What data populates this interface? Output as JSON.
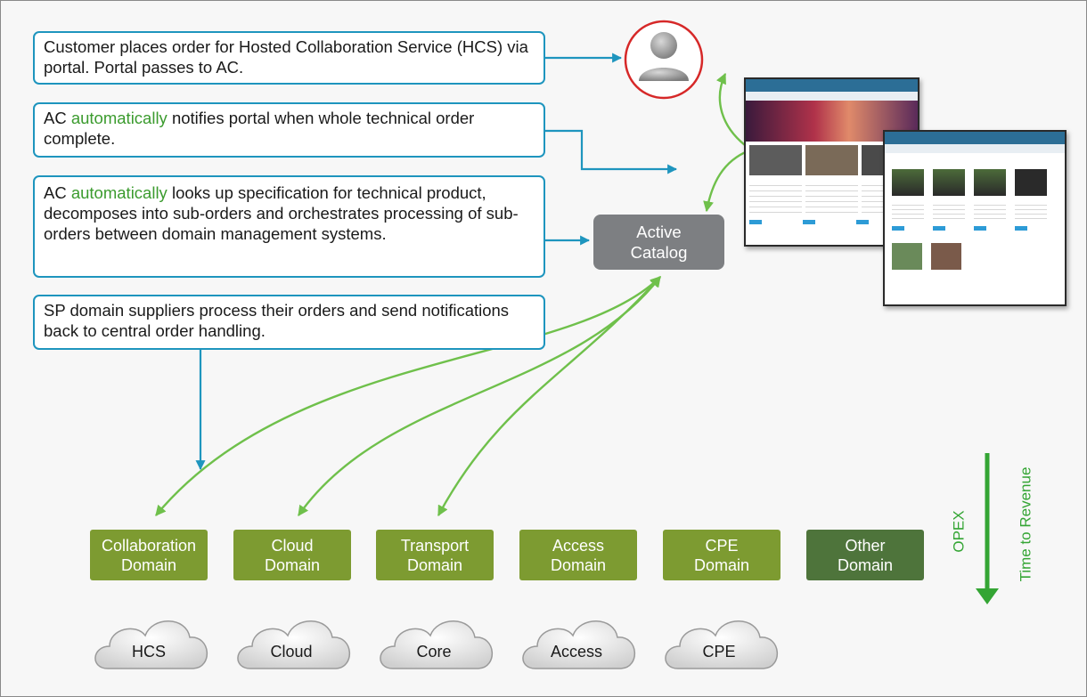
{
  "notes": [
    {
      "text": "Customer places order for Hosted Collaboration Service (HCS) via portal. Portal passes to AC."
    },
    {
      "before": "AC ",
      "highlight": "automatically",
      "after": " notifies portal when whole technical order complete."
    },
    {
      "before": "AC ",
      "highlight": "automatically",
      "after": " looks up specification for technical product, decomposes into sub-orders and orchestrates processing of sub-orders between domain management systems."
    },
    {
      "text": "SP domain suppliers process their orders and send notifications back to central order handling."
    }
  ],
  "active_catalog": {
    "line1": "Active",
    "line2": "Catalog"
  },
  "domains": [
    {
      "line1": "Collaboration",
      "line2": "Domain"
    },
    {
      "line1": "Cloud",
      "line2": "Domain"
    },
    {
      "line1": "Transport",
      "line2": "Domain"
    },
    {
      "line1": "Access",
      "line2": "Domain"
    },
    {
      "line1": "CPE",
      "line2": "Domain"
    },
    {
      "line1": "Other",
      "line2": "Domain"
    }
  ],
  "clouds": [
    "HCS",
    "Cloud",
    "Core",
    "Access",
    "CPE"
  ],
  "side_labels": {
    "opex": "OPEX",
    "time_to_revenue": "Time to Revenue"
  },
  "colors": {
    "note_border": "#1e95be",
    "blue_arrow": "#1e95be",
    "green_arrow": "#6fc04b",
    "highlight_text": "#3b9b2e",
    "domain_fill": "#7d9b31",
    "other_domain_fill": "#4e743b",
    "active_catalog_fill": "#7d7f82",
    "customer_ring": "#d62828"
  },
  "icons": {
    "customer": "person-silhouette-icon",
    "cloud": "cloud-icon",
    "portal": "portal-screenshot"
  }
}
